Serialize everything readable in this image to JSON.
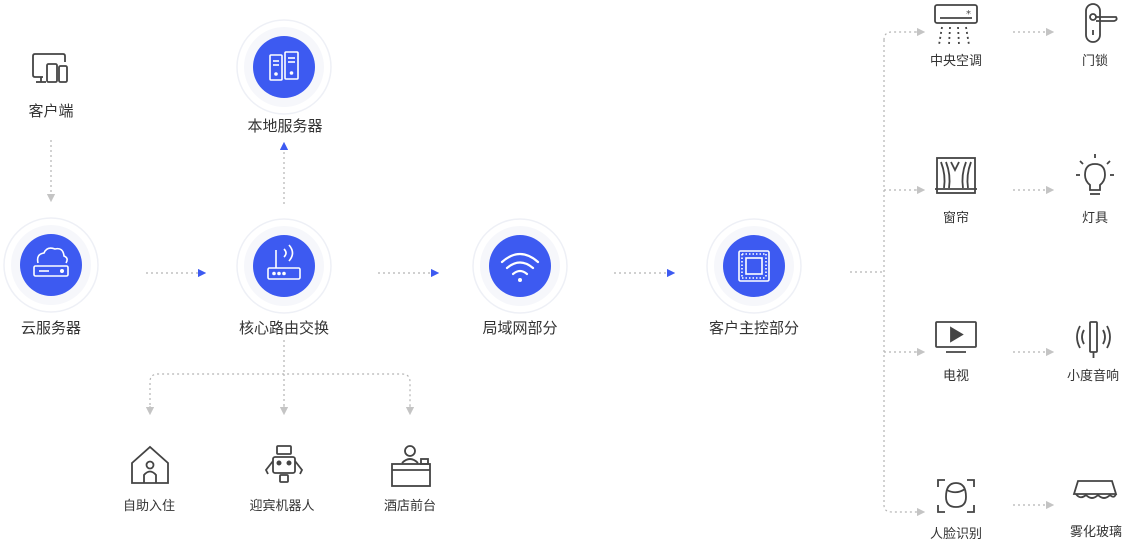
{
  "labels": {
    "client": "客户端",
    "local_server": "本地服务器",
    "cloud_server": "云服务器",
    "core_switch": "核心路由交换",
    "lan": "局域网部分",
    "main_control": "客户主控部分",
    "self_checkin": "自助入住",
    "welcome_robot": "迎宾机器人",
    "hotel_front_desk": "酒店前台",
    "central_ac": "中央空调",
    "door_lock": "门锁",
    "curtain": "窗帘",
    "lights": "灯具",
    "tv": "电视",
    "xiaodu_speaker": "小度音响",
    "face_recognition": "人脸识别",
    "smart_glass": "雾化玻璃"
  },
  "colors": {
    "accent": "#3d5af1",
    "ring": "#eef0f6",
    "line": "#b5b5b5",
    "text": "#333333",
    "icon": "#444444"
  },
  "icons": {
    "client": "devices-icon",
    "local_server": "server-icon",
    "cloud_server": "cloud-server-icon",
    "core_switch": "router-icon",
    "lan": "wifi-icon",
    "main_control": "chip-icon",
    "self_checkin": "house-person-icon",
    "welcome_robot": "robot-icon",
    "hotel_front_desk": "reception-desk-icon",
    "central_ac": "air-conditioner-icon",
    "door_lock": "door-handle-icon",
    "curtain": "curtain-icon",
    "lights": "light-bulb-icon",
    "tv": "tv-play-icon",
    "xiaodu_speaker": "speaker-tower-icon",
    "face_recognition": "face-scan-icon",
    "smart_glass": "glass-panel-icon"
  }
}
